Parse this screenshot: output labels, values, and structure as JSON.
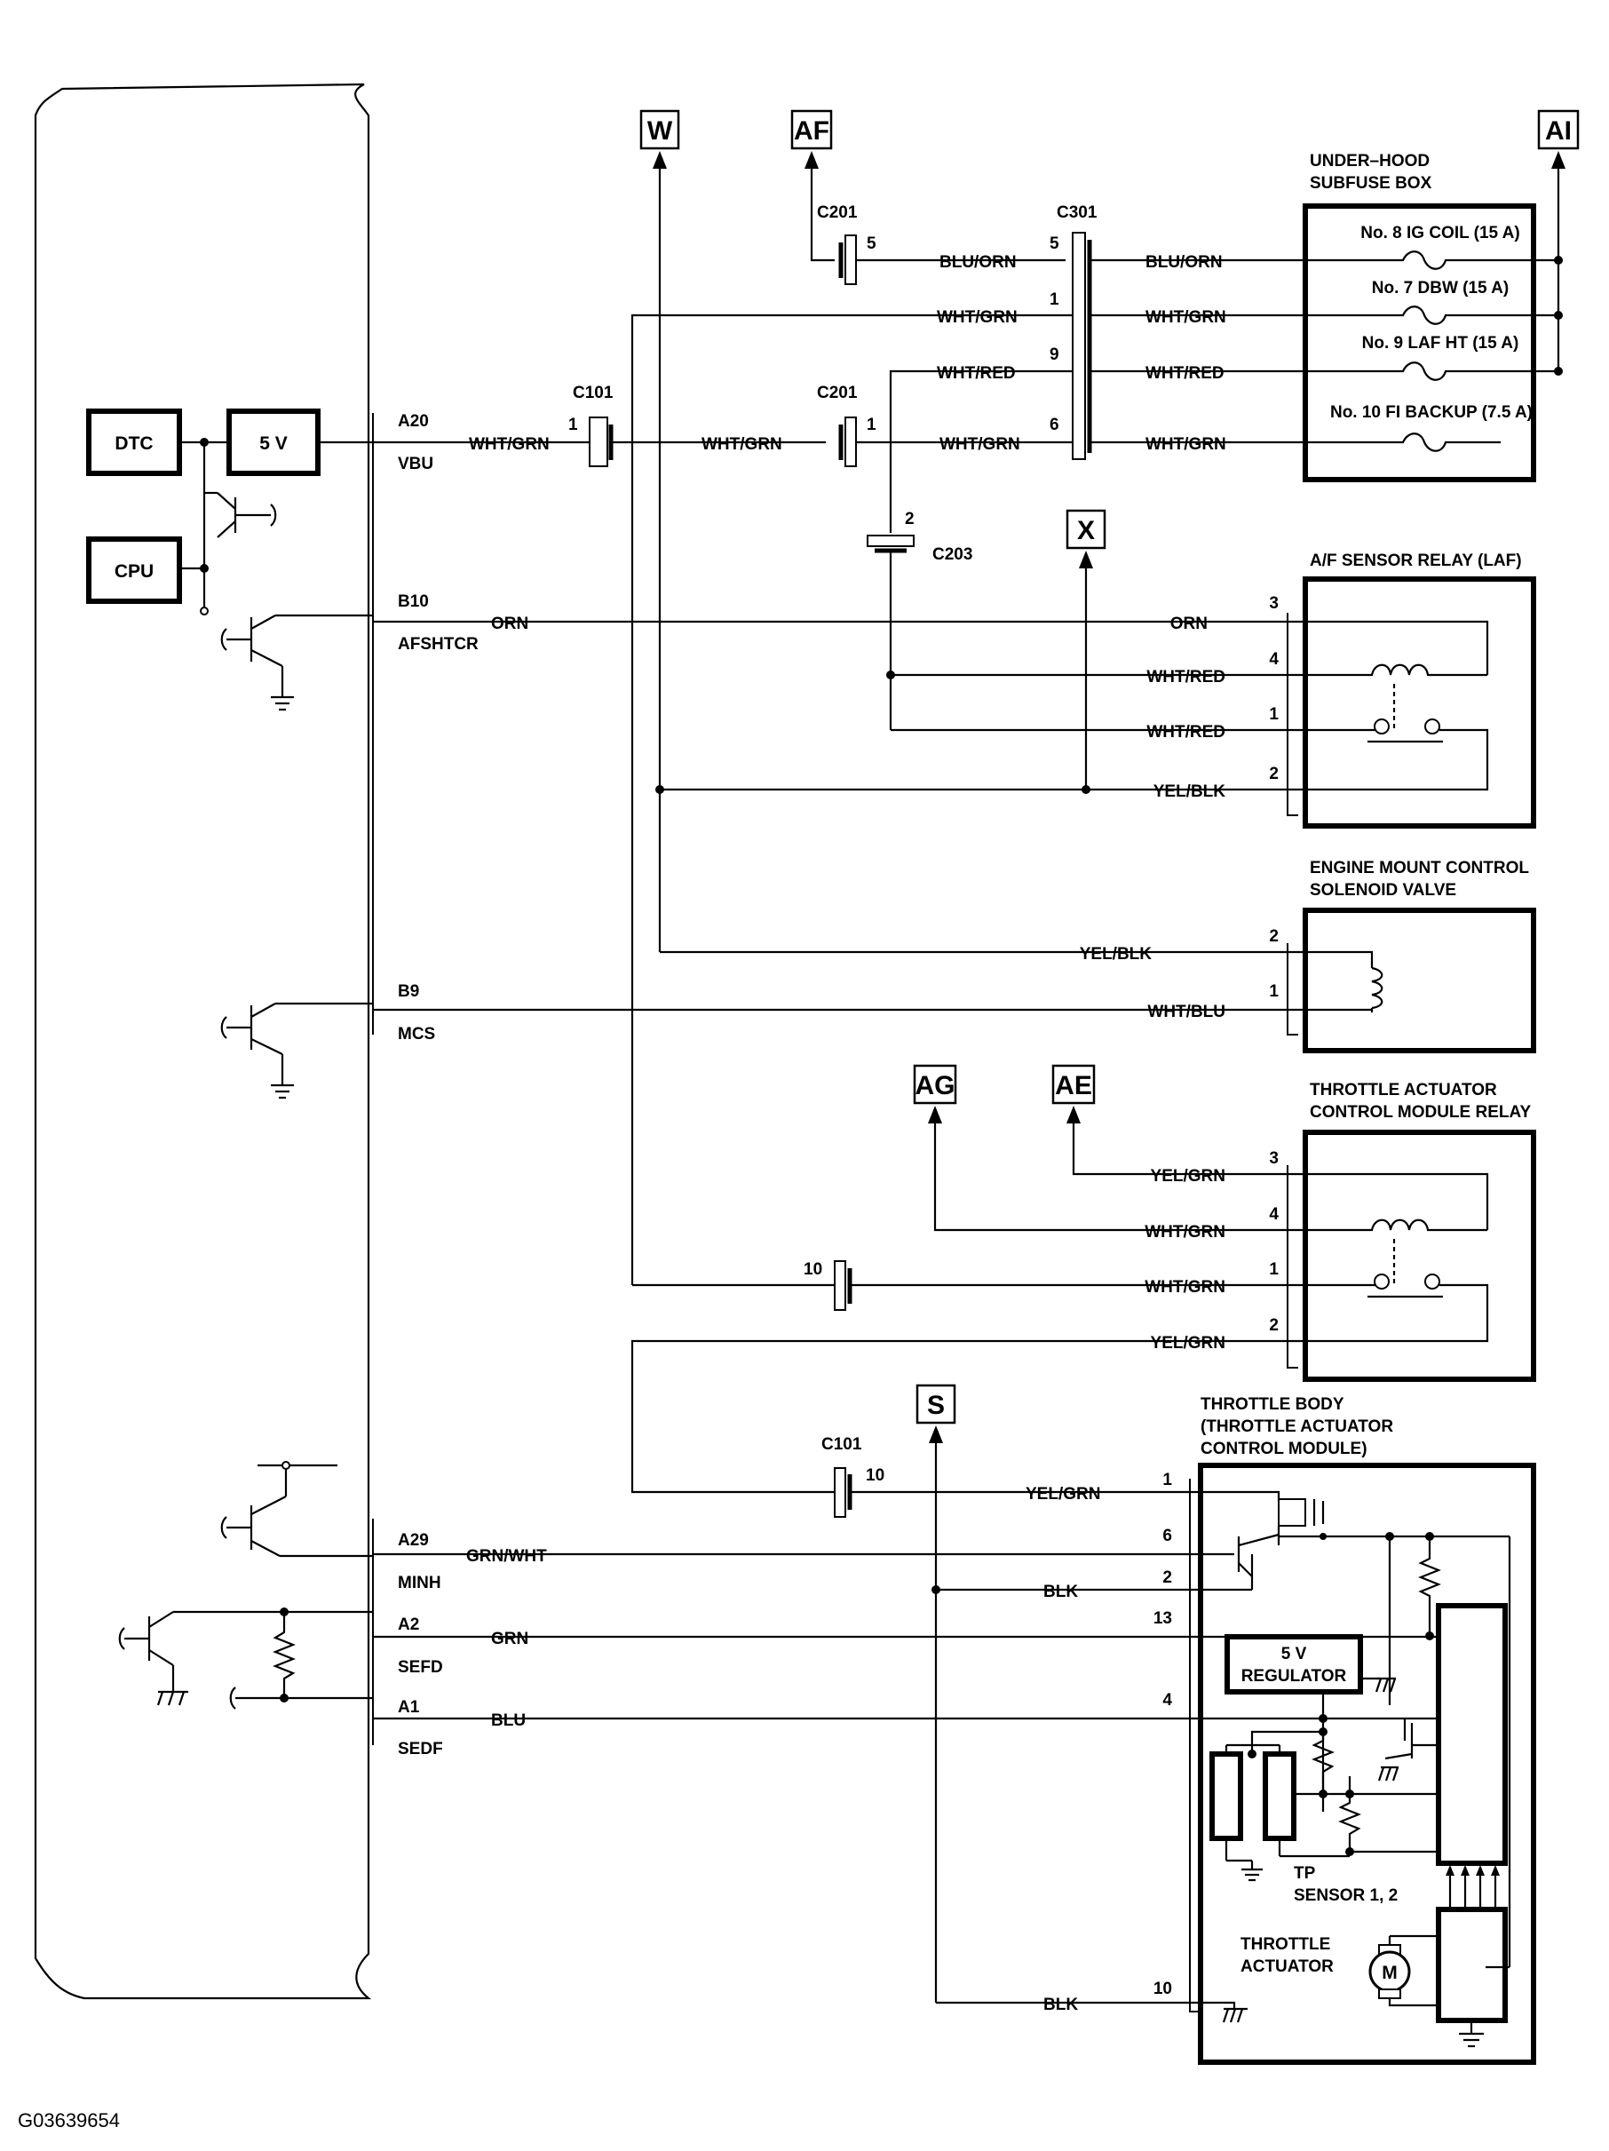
{
  "left_unit": {
    "boxes": {
      "dtc": "DTC",
      "five_v": "5 V",
      "cpu": "CPU"
    },
    "terminals": [
      {
        "pin": "A20",
        "name": "VBU"
      },
      {
        "pin": "B10",
        "name": "AFSHTCR"
      },
      {
        "pin": "B9",
        "name": "MCS"
      },
      {
        "pin": "A29",
        "name": "MINH"
      },
      {
        "pin": "A2",
        "name": "SEFD"
      },
      {
        "pin": "A1",
        "name": "SEDF"
      }
    ]
  },
  "wire_colors": {
    "blu_orn": "BLU/ORN",
    "wht_grn": "WHT/GRN",
    "wht_red": "WHT/RED",
    "orn": "ORN",
    "yel_blk": "YEL/BLK",
    "wht_blu": "WHT/BLU",
    "yel_grn": "YEL/GRN",
    "grn_wht": "GRN/WHT",
    "blk": "BLK",
    "grn": "GRN",
    "blu": "BLU"
  },
  "connectors": {
    "c101": "C101",
    "c201": "C201",
    "c301": "C301",
    "c203": "C203"
  },
  "pins": {
    "p1": "1",
    "p2": "2",
    "p3": "3",
    "p4": "4",
    "p5": "5",
    "p6": "6",
    "p9": "9",
    "p10": "10",
    "p13": "13"
  },
  "refs": {
    "w": "W",
    "af": "AF",
    "ai": "AI",
    "x": "X",
    "ag": "AG",
    "ae": "AE",
    "s": "S"
  },
  "components": {
    "subfuse_title": [
      "UNDER–HOOD",
      "SUBFUSE BOX"
    ],
    "fuses": [
      "No. 8 IG COIL (15 A)",
      "No. 7 DBW (15 A)",
      "No. 9 LAF HT (15 A)",
      "No. 10 FI BACKUP (7.5 A)"
    ],
    "laf_relay": [
      "A/F SENSOR RELAY (LAF)"
    ],
    "mount_valve": [
      "ENGINE MOUNT CONTROL",
      "SOLENOID VALVE"
    ],
    "tac_relay": [
      "THROTTLE ACTUATOR",
      "CONTROL MODULE RELAY"
    ],
    "throttle_body": [
      "THROTTLE BODY",
      "(THROTTLE ACTUATOR",
      "CONTROL MODULE)"
    ],
    "regulator": [
      "5 V",
      "REGULATOR"
    ],
    "tp_sensor": [
      "TP",
      "SENSOR 1, 2"
    ],
    "throttle_actuator": [
      "THROTTLE",
      "ACTUATOR"
    ],
    "motor": "M"
  },
  "figure_id": "G03639654"
}
